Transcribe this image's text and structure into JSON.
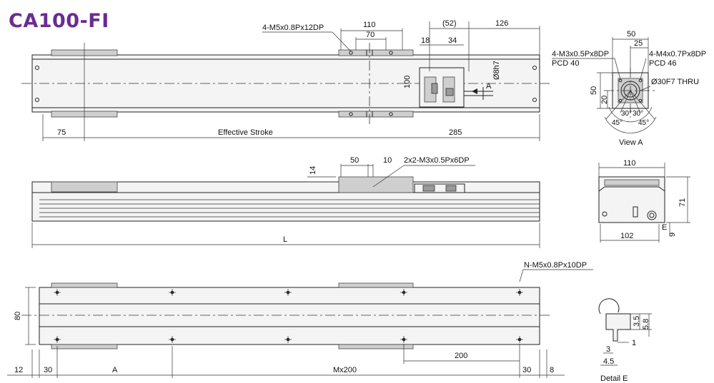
{
  "title": "CA100-FI",
  "top": {
    "tap_callout": "4-M5x0.8Px12DP",
    "d110": "110",
    "d70": "70",
    "d52": "(52)",
    "d126": "126",
    "d18": "18",
    "d34": "34",
    "d100": "100",
    "d8h7": "Ø8h7",
    "view_arrow": "A",
    "d75": "75",
    "effective_stroke": "Effective Stroke",
    "d285": "285"
  },
  "middle": {
    "d14": "14",
    "d50": "50",
    "d10": "10",
    "tap_callout": "2x2-M3x0.5Px6DP",
    "length": "L"
  },
  "bottom": {
    "tap_callout": "N-M5x0.8Px10DP",
    "d80": "80",
    "d200": "200",
    "d12": "12",
    "d30a": "30",
    "dA": "A",
    "dMx200": "Mx200",
    "d30b": "30",
    "d8": "8"
  },
  "view_a": {
    "d50": "50",
    "d25": "25",
    "callout_left_1": "4-M3x0.5Px8DP",
    "callout_left_2": "PCD 40",
    "callout_right_1": "4-M4x0.7Px8DP",
    "callout_right_2": "PCD 46",
    "bore": "Ø30F7 THRU",
    "d50v": "50",
    "d20": "20",
    "a30a": "30°",
    "a30b": "30°",
    "a45a": "45°",
    "a45b": "45°",
    "label": "View A"
  },
  "end_view": {
    "d110": "110",
    "d71": "71",
    "dE": "E",
    "d9": "9",
    "d102": "102"
  },
  "detail_e": {
    "d35": "3.5",
    "d58": "5.8",
    "d1": "1",
    "d3": "3",
    "d45": "4.5",
    "label": "Detail E"
  }
}
